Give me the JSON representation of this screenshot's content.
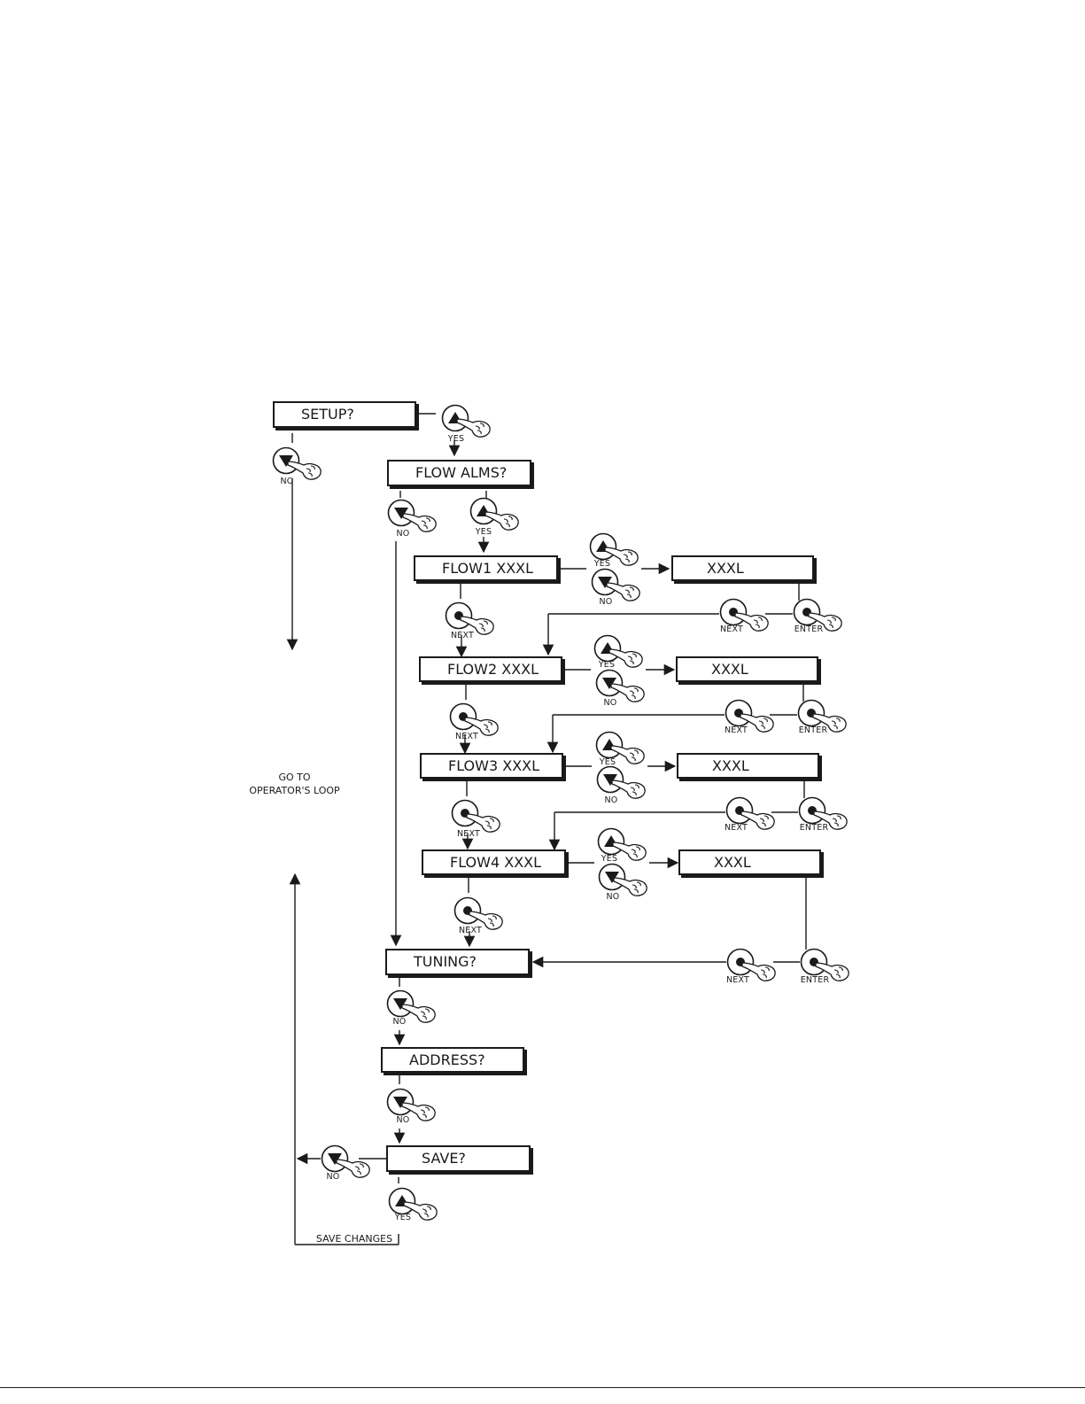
{
  "displays": {
    "setup": "SETUP?",
    "flow_alms": "FLOW ALMS?",
    "flow1": "FLOW1 XXXL",
    "flow2": "FLOW2 XXXL",
    "flow3": "FLOW3 XXXL",
    "flow4": "FLOW4 XXXL",
    "value1": "XXXL",
    "value2": "XXXL",
    "value3": "XXXL",
    "value4": "XXXL",
    "tuning": "TUNING?",
    "address": "ADDRESS?",
    "save": "SAVE?"
  },
  "button_labels": {
    "yes": "YES",
    "no": "NO",
    "next": "NEXT",
    "enter": "ENTER"
  },
  "notes": {
    "operator_loop_line1": "GO TO",
    "operator_loop_line2": "OPERATOR'S LOOP",
    "save_changes": "SAVE CHANGES"
  },
  "icons": {
    "up_button": "up-arrow-key-with-pressing-finger",
    "down_button": "down-arrow-key-with-pressing-finger",
    "dot_button": "round-key-with-pressing-finger"
  }
}
